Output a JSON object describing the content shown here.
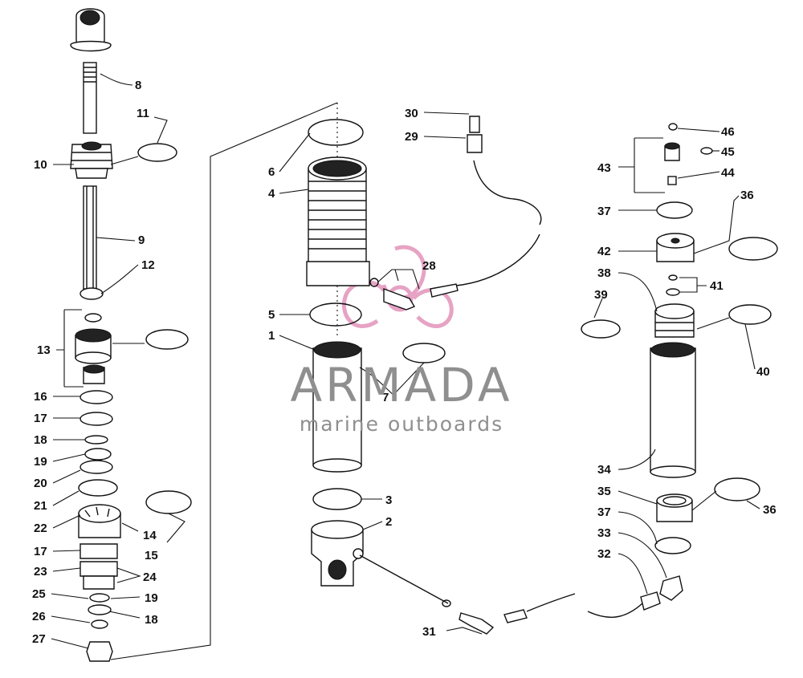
{
  "diagram": {
    "watermark": {
      "brand": "ARMADA",
      "tagline": "marine outboards",
      "accent_color": "#e6a3c4",
      "text_color": "#8f8f8f"
    },
    "callouts": [
      {
        "id": "c8",
        "label": "8"
      },
      {
        "id": "c11",
        "label": "11"
      },
      {
        "id": "c10",
        "label": "10"
      },
      {
        "id": "c9",
        "label": "9"
      },
      {
        "id": "c12",
        "label": "12"
      },
      {
        "id": "c13",
        "label": "13"
      },
      {
        "id": "c16",
        "label": "16"
      },
      {
        "id": "c17a",
        "label": "17"
      },
      {
        "id": "c18a",
        "label": "18"
      },
      {
        "id": "c19a",
        "label": "19"
      },
      {
        "id": "c20",
        "label": "20"
      },
      {
        "id": "c21",
        "label": "21"
      },
      {
        "id": "c22",
        "label": "22"
      },
      {
        "id": "c14",
        "label": "14"
      },
      {
        "id": "c15",
        "label": "15"
      },
      {
        "id": "c17b",
        "label": "17"
      },
      {
        "id": "c23",
        "label": "23"
      },
      {
        "id": "c24",
        "label": "24"
      },
      {
        "id": "c25",
        "label": "25"
      },
      {
        "id": "c19b",
        "label": "19"
      },
      {
        "id": "c26",
        "label": "26"
      },
      {
        "id": "c18b",
        "label": "18"
      },
      {
        "id": "c27",
        "label": "27"
      },
      {
        "id": "c6",
        "label": "6"
      },
      {
        "id": "c4",
        "label": "4"
      },
      {
        "id": "c28",
        "label": "28"
      },
      {
        "id": "c5",
        "label": "5"
      },
      {
        "id": "c1",
        "label": "1"
      },
      {
        "id": "c7",
        "label": "7"
      },
      {
        "id": "c3",
        "label": "3"
      },
      {
        "id": "c2",
        "label": "2"
      },
      {
        "id": "c31",
        "label": "31"
      },
      {
        "id": "c30",
        "label": "30"
      },
      {
        "id": "c29",
        "label": "29"
      },
      {
        "id": "c46",
        "label": "46"
      },
      {
        "id": "c45",
        "label": "45"
      },
      {
        "id": "c43",
        "label": "43"
      },
      {
        "id": "c44",
        "label": "44"
      },
      {
        "id": "c37a",
        "label": "37"
      },
      {
        "id": "c36a",
        "label": "36"
      },
      {
        "id": "c42",
        "label": "42"
      },
      {
        "id": "c38",
        "label": "38"
      },
      {
        "id": "c41",
        "label": "41"
      },
      {
        "id": "c39",
        "label": "39"
      },
      {
        "id": "c40",
        "label": "40"
      },
      {
        "id": "c34",
        "label": "34"
      },
      {
        "id": "c35",
        "label": "35"
      },
      {
        "id": "c36b",
        "label": "36"
      },
      {
        "id": "c37b",
        "label": "37"
      },
      {
        "id": "c33",
        "label": "33"
      },
      {
        "id": "c32",
        "label": "32"
      }
    ]
  }
}
